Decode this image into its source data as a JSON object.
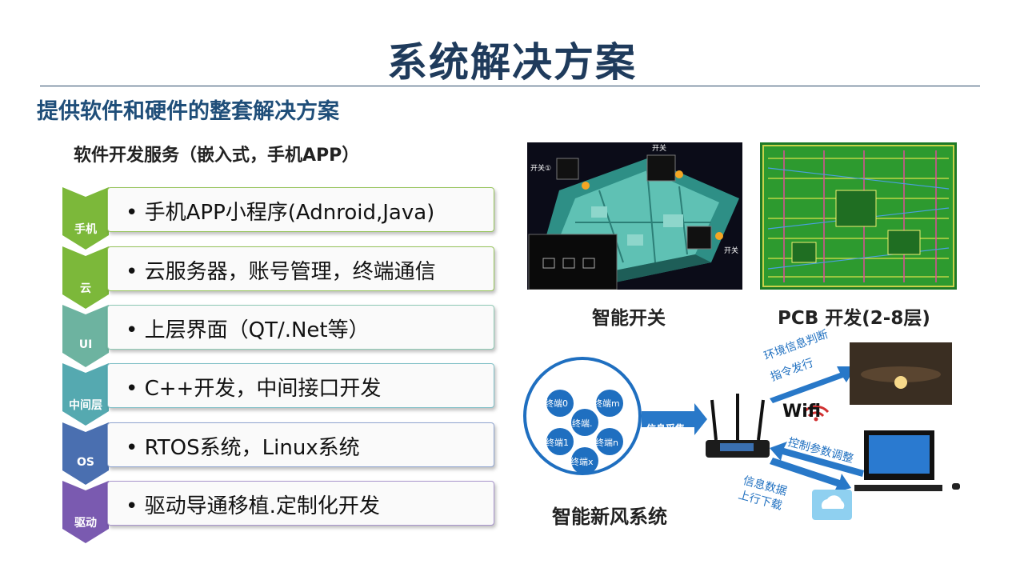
{
  "slide": {
    "title": "系统解决方案",
    "subtitle": "提供软件和硬件的整套解决方案",
    "software_heading": "软件开发服务（嵌入式，手机APP）"
  },
  "stack": [
    {
      "layer": "手机",
      "text": "• 手机APP小程序(Adnroid,Java)",
      "color": "#7cb83a"
    },
    {
      "layer": "云",
      "text": "• 云服务器，账号管理，终端通信",
      "color": "#7cb83a"
    },
    {
      "layer": "UI",
      "text": "• 上层界面（QT/.Net等）",
      "color": "#6db3a0"
    },
    {
      "layer": "中间层",
      "text": "• C++开发，中间接口开发",
      "color": "#55a9b0"
    },
    {
      "layer": "OS",
      "text": "• RTOS系统，Linux系统",
      "color": "#4a6fb0"
    },
    {
      "layer": "驱动",
      "text": "• 驱动导通移植.定制化开发",
      "color": "#7a5ab0"
    }
  ],
  "smart_switch": {
    "caption": "智能开关",
    "labels": [
      "开关",
      "开关①",
      "开关"
    ]
  },
  "pcb": {
    "caption": "PCB 开发(2-8层)"
  },
  "fresh_air": {
    "caption": "智能新风系统",
    "terminal_title": "终端",
    "terminals": [
      "终端0",
      "终端m",
      "终端.",
      "终端1",
      "终端n",
      "终端x"
    ],
    "collect_label": "信息采集",
    "env_label_1": "环境信息判断",
    "env_label_2": "指令发行",
    "wifi_label": "Wifi",
    "control_label": "控制参数调整",
    "data_label_1": "信息数据",
    "data_label_2": "上行下载"
  },
  "colors": {
    "title": "#1f3b5c",
    "subtitle": "#1f4e79",
    "terminal_blue": "#1f6fc0",
    "arrow_blue": "#2878c8",
    "label_blue": "#2070c0"
  }
}
